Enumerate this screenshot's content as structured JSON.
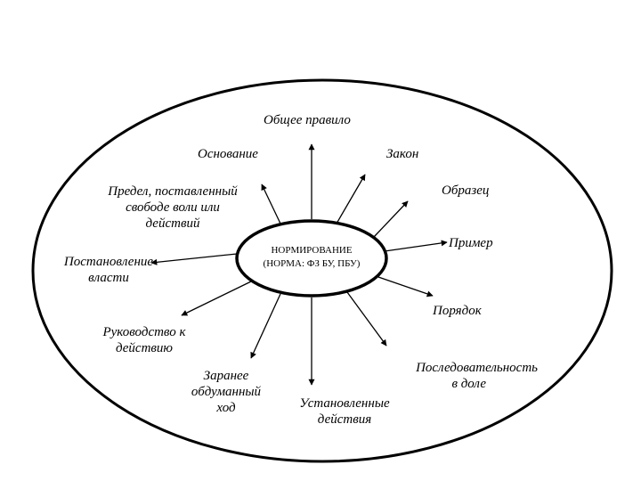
{
  "colors": {
    "stroke": "#000000",
    "background": "#ffffff"
  },
  "center": {
    "line1": "НОРМИРОВАНИЕ",
    "line2": "(НОРМА:  ФЗ БУ, ПБУ)"
  },
  "labels": {
    "obshchee_pravilo": "Общее правило",
    "osnovanie": "Основание",
    "zakon": "Закон",
    "predel_1": "Предел, поставленный",
    "predel_2": "свободе воли или",
    "predel_3": "действий",
    "obrazets": "Образец",
    "postanovlenie_1": "Постановление",
    "postanovlenie_2": "власти",
    "primer": "Пример",
    "poryadok": "Порядок",
    "rukovodstvo_1": "Руководство к",
    "rukovodstvo_2": "действию",
    "zaranee_1": "Заранее",
    "zaranee_2": "обдуманный",
    "zaranee_3": "ход",
    "ustanovlennye_1": "Установленные",
    "ustanovlennye_2": "действия",
    "posledovatelnost_1": "Последовательность",
    "posledovatelnost_2": "в доле"
  }
}
